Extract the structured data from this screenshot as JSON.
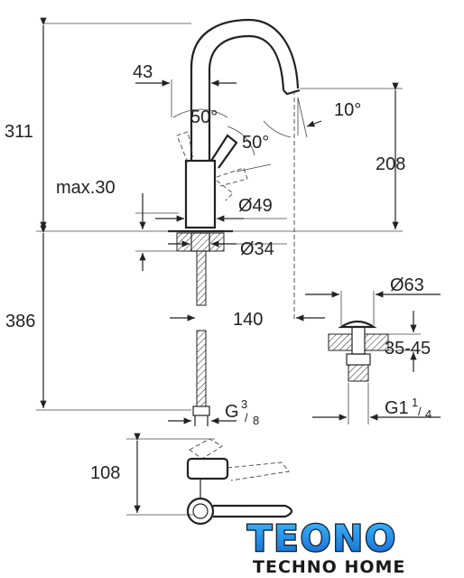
{
  "dimensions": {
    "height_total": "311",
    "spout_width": "43",
    "lever_angle_left": "50°",
    "lever_angle_right": "50°",
    "spout_angle": "10°",
    "spout_height": "208",
    "deck_thickness": "max.30",
    "body_diameter": "Ø49",
    "hole_diameter": "Ø34",
    "hose_length": "386",
    "spout_reach": "140",
    "connection": "G",
    "connection_fraction_num": "3",
    "connection_fraction_den": "8",
    "waste_diameter": "Ø63",
    "waste_range": "35-45",
    "waste_thread": "G1",
    "waste_thread_num": "1",
    "waste_thread_den": "4",
    "top_view_height": "108"
  },
  "logo": {
    "brand": "TEONO",
    "tagline": "TECHNO HOME",
    "colors": {
      "gradient_top": "#3db7ff",
      "gradient_bottom": "#1166cc",
      "outline": "#0d1b2a"
    }
  }
}
